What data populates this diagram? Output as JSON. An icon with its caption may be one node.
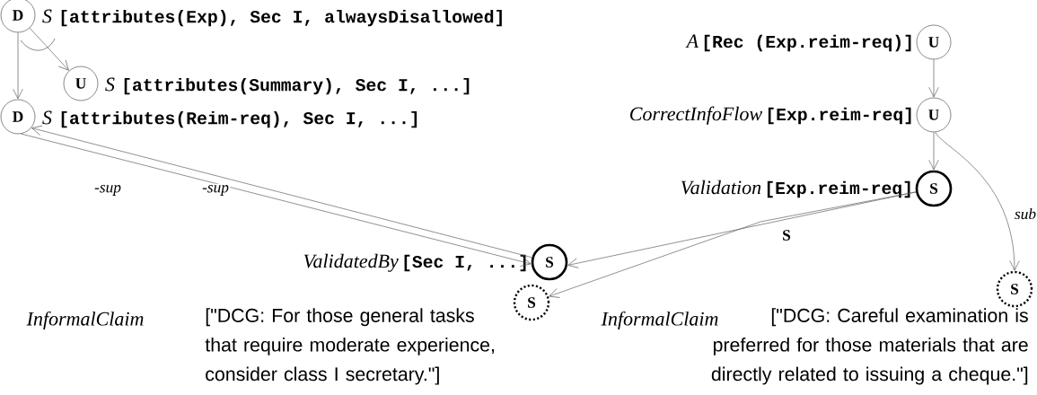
{
  "diagram": {
    "nodes": [
      {
        "text": [
          "D"
        ],
        "beside": [
          "S",
          "[attributes(Exp), Sec I, alwaysDisallowed]"
        ]
      },
      {
        "text": [
          "U"
        ],
        "beside": [
          "S",
          "[attributes(Summary), Sec I, ...]"
        ]
      },
      {
        "text": [
          "D"
        ],
        "beside": [
          "S",
          "[attributes(Reim-req), Sec I, ...]"
        ]
      },
      {
        "text": [
          "U"
        ],
        "beside": [
          "A",
          "[Rec (Exp.reim-req)]"
        ]
      },
      {
        "text": [
          "U"
        ],
        "beside": [
          "CorrectInfoFlow",
          "[Exp.reim-req]"
        ]
      },
      {
        "text": [
          "S"
        ],
        "beside": [
          "Validation",
          "[Exp.reim-req]"
        ]
      },
      {
        "text": [
          "S"
        ],
        "beside": [
          "ValidatedBy",
          "[Sec I, ...]"
        ]
      },
      {
        "text": [
          "S"
        ],
        "beside": [
          "[\"DCG: For those general tasks that require moderate experience, consider class I secretary.\"]"
        ]
      },
      {
        "text": [
          "S"
        ],
        "beside": [
          "[\"DCG: Careful examination is preferred for those materials that are directly related to issuing a cheque.\"]"
        ]
      }
    ],
    "edges": [
      {
        "from": 0,
        "to": 1,
        "arrow": "to"
      },
      {
        "from": 0,
        "to": 2,
        "arrow": "to"
      },
      {
        "from": 6,
        "to": 2,
        "arrow": "to",
        "label": "-sup"
      },
      {
        "from": 2,
        "to": 6,
        "arrow": "to",
        "label": "-sup"
      },
      {
        "from": 3,
        "to": 4,
        "arrow": "to"
      },
      {
        "from": 4,
        "to": 5,
        "arrow": "to"
      },
      {
        "from": 4,
        "to": 8,
        "arrow": "to",
        "label": "sub"
      },
      {
        "from": 5,
        "to": 6,
        "arrow": "to",
        "label": "S"
      },
      {
        "from": 5,
        "to": 7,
        "arrow": "to"
      }
    ],
    "labels": [
      "InformalClaim",
      "InformalClaim"
    ]
  }
}
